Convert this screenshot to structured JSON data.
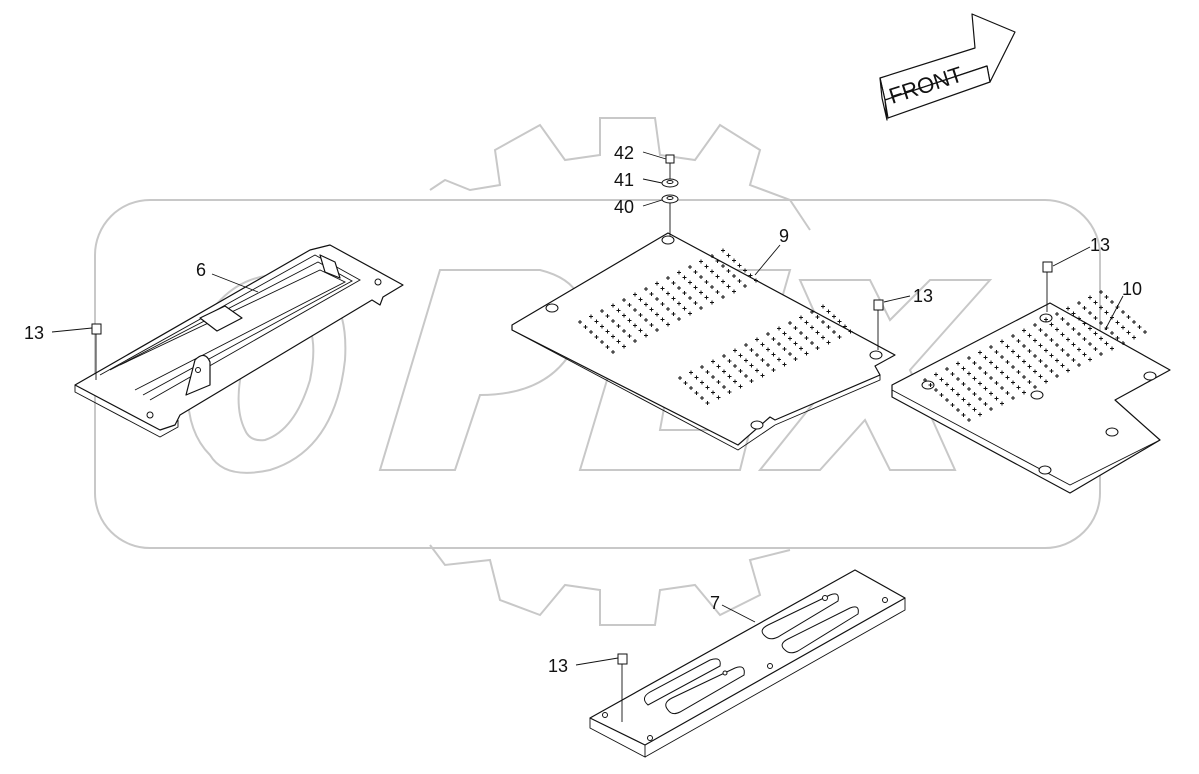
{
  "direction_label": "FRONT",
  "watermark_text": "OPEX",
  "callouts": {
    "c42": "42",
    "c41": "41",
    "c40": "40",
    "c9": "9",
    "c6": "6",
    "c13_left": "13",
    "c13_center": "13",
    "c13_right": "13",
    "c10": "10",
    "c7": "7",
    "c13_bottom": "13"
  },
  "colors": {
    "line": "#111111",
    "watermark": "#c8c8c8",
    "background": "#ffffff"
  }
}
